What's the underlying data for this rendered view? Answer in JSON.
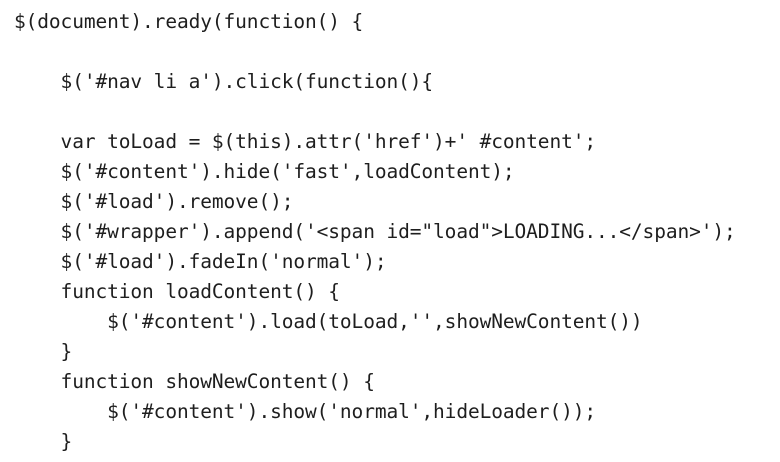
{
  "code_lines": [
    "$(document).ready(function() {",
    "",
    "    $('#nav li a').click(function(){",
    "",
    "    var toLoad = $(this).attr('href')+' #content';",
    "    $('#content').hide('fast',loadContent);",
    "    $('#load').remove();",
    "    $('#wrapper').append('<span id=\"load\">LOADING...</span>');",
    "    $('#load').fadeIn('normal');",
    "    function loadContent() {",
    "        $('#content').load(toLoad,'',showNewContent())",
    "    }",
    "    function showNewContent() {",
    "        $('#content').show('normal',hideLoader());",
    "    }"
  ]
}
